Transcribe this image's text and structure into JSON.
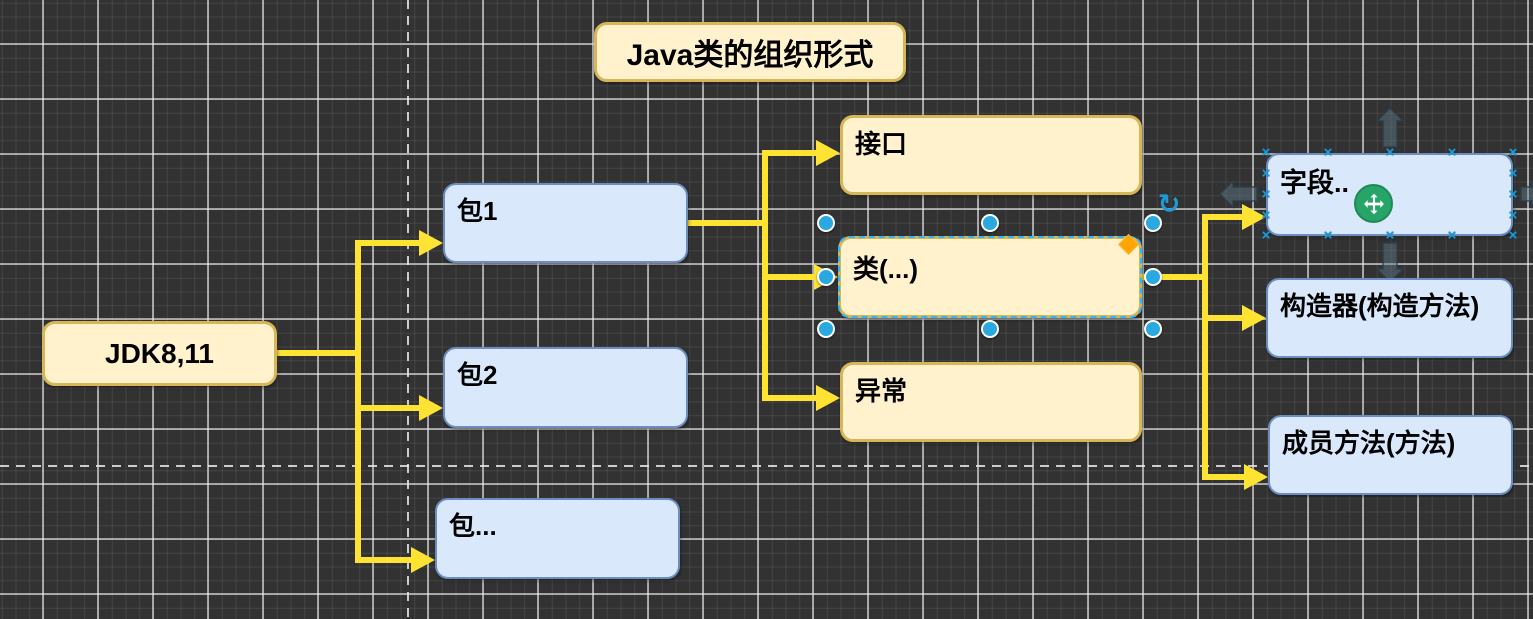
{
  "diagram": {
    "title": "Java类的组织形式",
    "nodes": {
      "jdk": {
        "label": "JDK8,11",
        "style": "cream"
      },
      "pkg1": {
        "label": "包1",
        "style": "blue"
      },
      "pkg2": {
        "label": "包2",
        "style": "blue"
      },
      "pkgN": {
        "label": "包...",
        "style": "blue"
      },
      "interface": {
        "label": "接口",
        "style": "cream"
      },
      "class": {
        "label": "类(...)",
        "style": "cream",
        "selected": true
      },
      "exception": {
        "label": "异常",
        "style": "cream"
      },
      "field": {
        "label": "字段..",
        "style": "blue",
        "hovered": true
      },
      "constructor": {
        "label": "构造器(构造方法)",
        "style": "blue"
      },
      "method": {
        "label": "成员方法(方法)",
        "style": "blue"
      }
    },
    "edges": [
      {
        "from": "jdk",
        "to": [
          "pkg1",
          "pkg2",
          "pkgN"
        ]
      },
      {
        "from": "pkg1",
        "to": [
          "interface",
          "class",
          "exception"
        ]
      },
      {
        "from": "class",
        "to": [
          "field",
          "constructor",
          "method"
        ]
      }
    ],
    "selected_node_label": "类(...)",
    "hovered_node_label": "字段..",
    "colors": {
      "background": "#323232",
      "page_guide": "#E8E8E8",
      "connector": "#FFE333",
      "cream_fill": "#FFF2CC",
      "cream_border": "#D6B656",
      "blue_fill": "#DAE8FC",
      "blue_border": "#6C8EBF",
      "text": "#000000",
      "selection": "#33B5F5",
      "handle": "#29A9E0",
      "rotate_handle": "#1E9BD7",
      "connection_point": "#1E9BD7",
      "direction_arrow": "#607D8B",
      "move_cursor": "#27A568",
      "action_diamond": "#FFA500"
    },
    "icons": {
      "rotate_glyph": "↻",
      "connection_point_glyph": "×"
    }
  }
}
